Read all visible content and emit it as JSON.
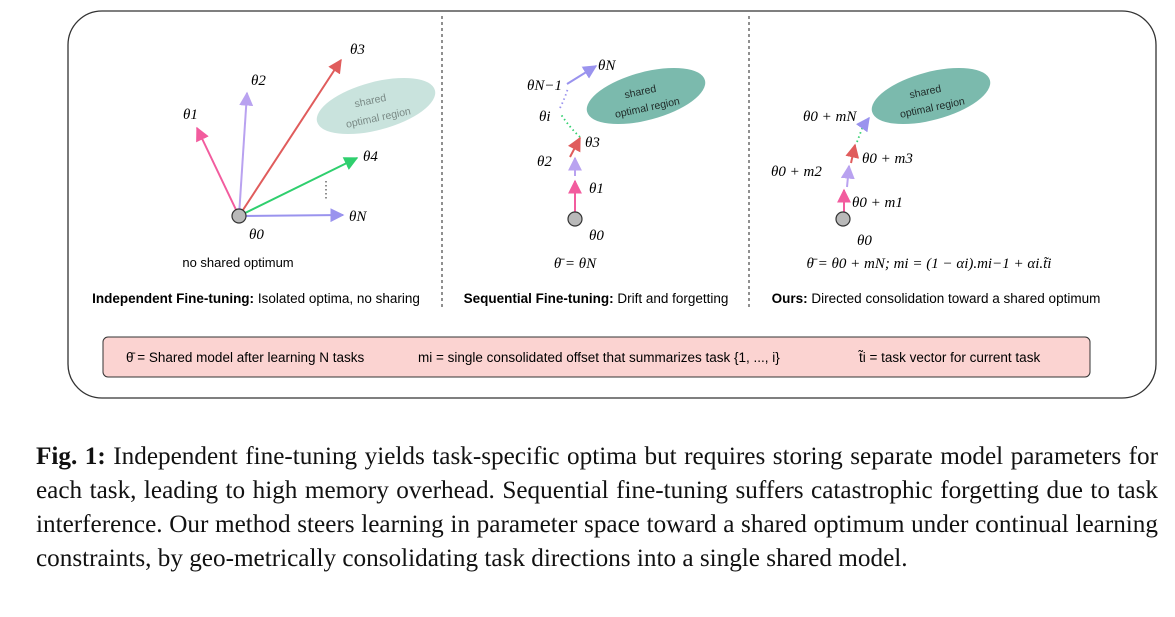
{
  "panels": {
    "independent": {
      "theta0": "θ0",
      "theta1": "θ1",
      "theta2": "θ2",
      "theta3": "θ3",
      "theta4": "θ4",
      "thetaN": "θN",
      "region_line1": "shared",
      "region_line2": "optimal region",
      "note": "no shared optimum",
      "title_bold": "Independent Fine-tuning:",
      "title_rest": " Isolated optima, no sharing"
    },
    "sequential": {
      "theta0": "θ0",
      "theta1": "θ1",
      "theta2": "θ2",
      "theta3": "θ3",
      "thetai": "θi",
      "thetaN1": "θN−1",
      "thetaN": "θN",
      "region_line1": "shared",
      "region_line2": "optimal region",
      "formula": "θ̄ = θN",
      "title_bold": "Sequential Fine-tuning:",
      "title_rest": " Drift and forgetting"
    },
    "ours": {
      "theta0": "θ0",
      "m1": "θ0 + m1",
      "m2": "θ0 + m2",
      "m3": "θ0 + m3",
      "mN": "θ0 + mN",
      "region_line1": "shared",
      "region_line2": "optimal region",
      "formula": "θ̄ = θ0 + mN;  mi = (1 − αi).mi−1 + αi.t̃i",
      "title_bold": "Ours:",
      "title_rest": " Directed consolidation toward a shared optimum"
    }
  },
  "legend": {
    "item1": "θ̄ = Shared model after learning N tasks",
    "item2": "mi = single consolidated offset that summarizes task {1, ..., i}",
    "item3": "t̃i = task vector for current task"
  },
  "caption": {
    "label": "Fig. 1:",
    "text": " Independent fine-tuning yields task-specific optima but requires storing separate model parameters for each task, leading to high memory overhead. Sequential fine-tuning suffers catastrophic forgetting due to task interference. Our method steers learning in parameter space toward a shared optimum under continual learning constraints, by geo-metrically consolidating task directions into a single shared model."
  },
  "colors": {
    "pink": "#f25c9e",
    "lilac": "#b9a2f0",
    "red": "#e05c5c",
    "green": "#2fcf6e",
    "blue": "#9a93ee",
    "teal": "#64ae9f",
    "legend_fill": "#fbd3d1"
  }
}
